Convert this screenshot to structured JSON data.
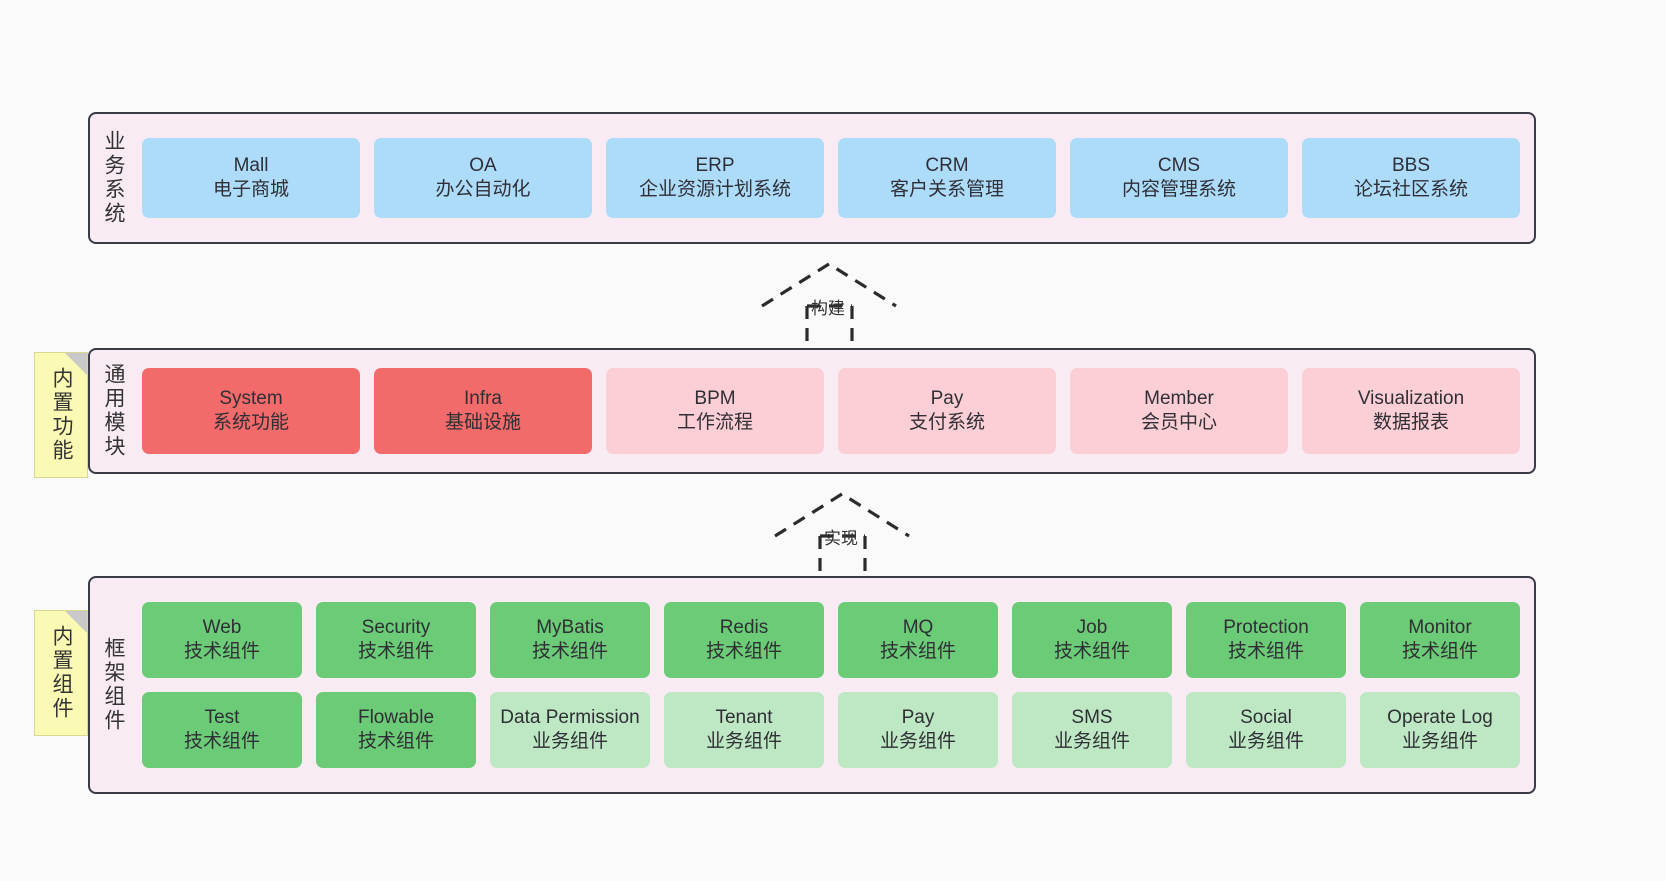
{
  "palette": {
    "page_bg": "#FAFAFA",
    "layer_bg": "#F9EBF3",
    "layer_border": "#3B3B47",
    "biz_card": "#ADDCFB",
    "module_strong": "#F26A6A",
    "module_light": "#FBCFD5",
    "tech_component": "#6BCB77",
    "business_component": "#BEE8C4",
    "tab_bg": "#FAFAB4",
    "text": "#333333"
  },
  "layers": [
    {
      "id": "business-systems",
      "label": "业务系统",
      "rows": [
        {
          "cards": [
            {
              "name": "mall",
              "title": "Mall",
              "subtitle": "电子商城",
              "color": "#ADDCFB"
            },
            {
              "name": "oa",
              "title": "OA",
              "subtitle": "办公自动化",
              "color": "#ADDCFB"
            },
            {
              "name": "erp",
              "title": "ERP",
              "subtitle": "企业资源计划系统",
              "color": "#ADDCFB"
            },
            {
              "name": "crm",
              "title": "CRM",
              "subtitle": "客户关系管理",
              "color": "#ADDCFB"
            },
            {
              "name": "cms",
              "title": "CMS",
              "subtitle": "内容管理系统",
              "color": "#ADDCFB"
            },
            {
              "name": "bbs",
              "title": "BBS",
              "subtitle": "论坛社区系统",
              "color": "#ADDCFB"
            }
          ]
        }
      ]
    },
    {
      "id": "common-modules",
      "label": "通用模块",
      "tab": "内置功能",
      "rows": [
        {
          "cards": [
            {
              "name": "system",
              "title": "System",
              "subtitle": "系统功能",
              "color": "#F26A6A"
            },
            {
              "name": "infra",
              "title": "Infra",
              "subtitle": "基础设施",
              "color": "#F26A6A"
            },
            {
              "name": "bpm",
              "title": "BPM",
              "subtitle": "工作流程",
              "color": "#FBCFD5"
            },
            {
              "name": "pay",
              "title": "Pay",
              "subtitle": "支付系统",
              "color": "#FBCFD5"
            },
            {
              "name": "member",
              "title": "Member",
              "subtitle": "会员中心",
              "color": "#FBCFD5"
            },
            {
              "name": "visualization",
              "title": "Visualization",
              "subtitle": "数据报表",
              "color": "#FBCFD5"
            }
          ]
        }
      ]
    },
    {
      "id": "framework-components",
      "label": "框架组件",
      "tab": "内置组件",
      "rows": [
        {
          "cards": [
            {
              "name": "web",
              "title": "Web",
              "subtitle": "技术组件",
              "color": "#6BCB77"
            },
            {
              "name": "security",
              "title": "Security",
              "subtitle": "技术组件",
              "color": "#6BCB77"
            },
            {
              "name": "mybatis",
              "title": "MyBatis",
              "subtitle": "技术组件",
              "color": "#6BCB77"
            },
            {
              "name": "redis",
              "title": "Redis",
              "subtitle": "技术组件",
              "color": "#6BCB77"
            },
            {
              "name": "mq",
              "title": "MQ",
              "subtitle": "技术组件",
              "color": "#6BCB77"
            },
            {
              "name": "job",
              "title": "Job",
              "subtitle": "技术组件",
              "color": "#6BCB77"
            },
            {
              "name": "protection",
              "title": "Protection",
              "subtitle": "技术组件",
              "color": "#6BCB77"
            },
            {
              "name": "monitor",
              "title": "Monitor",
              "subtitle": "技术组件",
              "color": "#6BCB77"
            }
          ]
        },
        {
          "cards": [
            {
              "name": "test",
              "title": "Test",
              "subtitle": "技术组件",
              "color": "#6BCB77"
            },
            {
              "name": "flowable",
              "title": "Flowable",
              "subtitle": "技术组件",
              "color": "#6BCB77"
            },
            {
              "name": "data-permission",
              "title": "Data Permission",
              "subtitle": "业务组件",
              "color": "#BEE8C4",
              "wrap": true
            },
            {
              "name": "tenant",
              "title": "Tenant",
              "subtitle": "业务组件",
              "color": "#BEE8C4"
            },
            {
              "name": "pay-component",
              "title": "Pay",
              "subtitle": "业务组件",
              "color": "#BEE8C4"
            },
            {
              "name": "sms",
              "title": "SMS",
              "subtitle": "业务组件",
              "color": "#BEE8C4"
            },
            {
              "name": "social",
              "title": "Social",
              "subtitle": "业务组件",
              "color": "#BEE8C4"
            },
            {
              "name": "operate-log",
              "title": "Operate Log",
              "subtitle": "业务组件",
              "color": "#BEE8C4"
            }
          ]
        }
      ]
    }
  ],
  "arrows": [
    {
      "name": "build-arrow",
      "label": "构建"
    },
    {
      "name": "implement-arrow",
      "label": "实现"
    }
  ]
}
